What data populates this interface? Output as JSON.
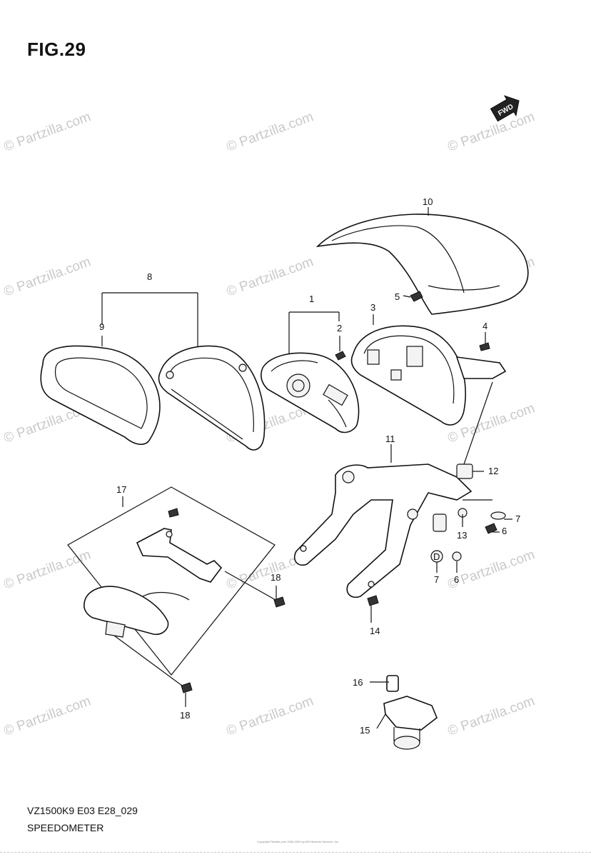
{
  "figure": {
    "title": "FIG.29",
    "code": "VZ1500K9 E03 E28_029",
    "name": "SPEEDOMETER",
    "copyright": "Copyright Partzilla.com 2006-2020 by ARI Network Services, Inc."
  },
  "watermark": {
    "text": "© Partzilla.com",
    "color": "#c9c9c9"
  },
  "fwd_badge": "FWD",
  "diamond_marker": "D",
  "callouts": {
    "c1": "1",
    "c2": "2",
    "c3": "3",
    "c4": "4",
    "c5": "5",
    "c6a": "6",
    "c6b": "6",
    "c7a": "7",
    "c7b": "7",
    "c8": "8",
    "c9": "9",
    "c10": "10",
    "c11": "11",
    "c12": "12",
    "c13": "13",
    "c14": "14",
    "c15": "15",
    "c16": "16",
    "c17": "17",
    "c18a": "18",
    "c18b": "18"
  }
}
